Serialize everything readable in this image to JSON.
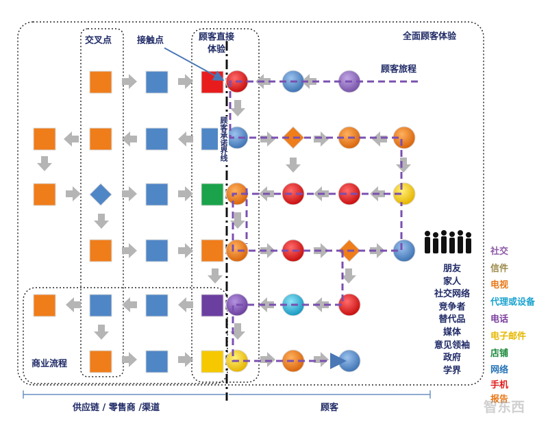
{
  "labels": {
    "intersection": "交叉点",
    "touchpoint": "接触点",
    "direct_experience": "顾客直接\n体验",
    "full_experience": "全面顾客体验",
    "customer_journey": "顾客旅程",
    "business_process": "商业流程",
    "supply_chain": "供应链 / 零售商 /渠道",
    "customer": "顾客",
    "vertical_line": "顾客承诺界线",
    "watermark": "智东西"
  },
  "influencers": [
    "朋友",
    "家人",
    "社交网络",
    "竞争者",
    "替代品",
    "媒体",
    "意见领袖",
    "政府",
    "学界"
  ],
  "channels": [
    {
      "label": "社交",
      "color": "#8e5aa8"
    },
    {
      "label": "信件",
      "color": "#9b8a4a"
    },
    {
      "label": "电视",
      "color": "#e87817"
    },
    {
      "label": "代理或设备",
      "color": "#1ba3cf"
    },
    {
      "label": "电话",
      "color": "#7a3f9d"
    },
    {
      "label": "电子邮件",
      "color": "#e6b800"
    },
    {
      "label": "店铺",
      "color": "#1e8a3c"
    },
    {
      "label": "网络",
      "color": "#2573b5"
    },
    {
      "label": "手机",
      "color": "#e01b1b"
    },
    {
      "label": "报告",
      "color": "#e87817"
    }
  ],
  "colors": {
    "orange": "#ef7d1a",
    "blue": "#4f86c6",
    "red": "#e81c1c",
    "green": "#1aa34a",
    "purple": "#6b3fa0",
    "yellow": "#f5c800",
    "cyan": "#1fb5dc",
    "violet": "#8a63b8",
    "journey_line": "#7a4fb0",
    "gray_arrow": "#b5b5b5",
    "text": "#1f2a66"
  }
}
